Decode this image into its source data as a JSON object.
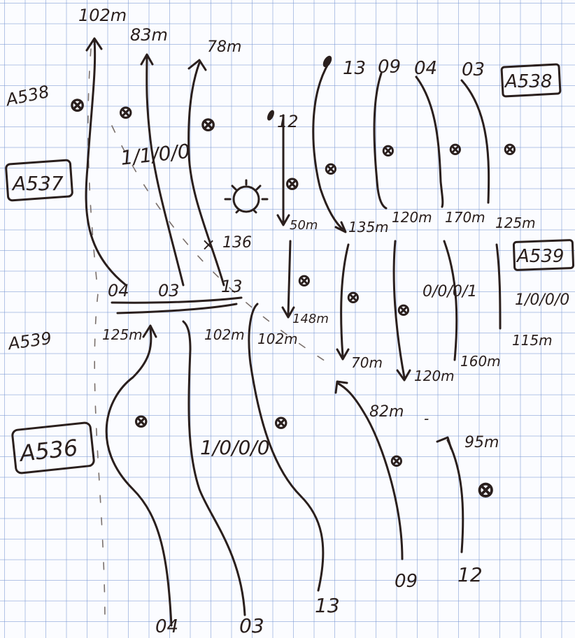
{
  "roads": {
    "a538_left": "A538",
    "a537": "A537",
    "a539_left": "A539",
    "a536": "A536",
    "a538_right": "A538",
    "a539_right": "A539"
  },
  "top_left_group": {
    "lanes": [
      "04",
      "03",
      "13"
    ],
    "distances_top": [
      "102m",
      "83m",
      "78m"
    ],
    "distances_bottom": [
      "125m",
      "102m",
      "102m"
    ],
    "distance_mid": "136",
    "signals_upper": "1/1/0/0",
    "signals_lower": "1/0/0/0"
  },
  "bottom_left_group": {
    "lanes_bottom": [
      "04",
      "03",
      "13"
    ]
  },
  "right_group": {
    "lanes_top": [
      "13",
      "09",
      "04",
      "03"
    ],
    "lane_12_top": "12",
    "distances_row1": [
      "50m",
      "135m",
      "120m",
      "170m",
      "125m"
    ],
    "distances_row2": [
      "148m",
      "70m",
      "120m",
      "160m",
      "115m"
    ],
    "signals_a": "0/0/0/1",
    "signals_b": "1/0/0/0",
    "distances_row3": [
      "82m",
      "95m"
    ],
    "lanes_bottom": [
      "09",
      "12"
    ]
  },
  "marks": {
    "x_mark": "⊗",
    "small_x": "×"
  }
}
